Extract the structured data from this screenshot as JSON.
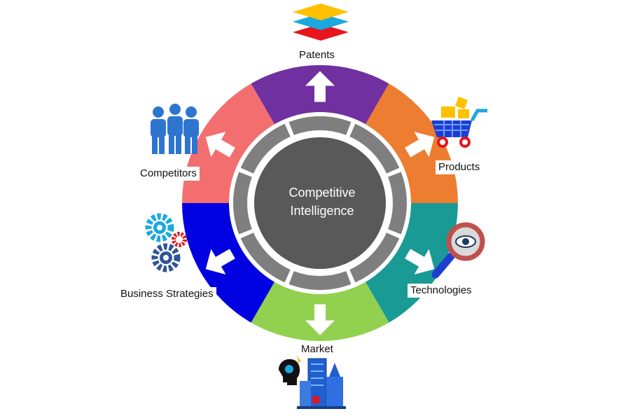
{
  "center": {
    "line1": "Competitive",
    "line2": "Intelligence"
  },
  "segments": [
    {
      "key": "patents",
      "label": "Patents",
      "color": "#7030A0",
      "icon": "layers-stack-icon",
      "arrow": "up"
    },
    {
      "key": "products",
      "label": "Products",
      "color": "#ED7D31",
      "icon": "shopping-cart-icon",
      "arrow": "up-right"
    },
    {
      "key": "technologies",
      "label": "Technologies",
      "color": "#1A9A94",
      "icon": "magnifier-eye-icon",
      "arrow": "down-right"
    },
    {
      "key": "market",
      "label": "Market",
      "color": "#92D050",
      "icon": "city-buildings-icon",
      "arrow": "down"
    },
    {
      "key": "business-strategies",
      "label": "Business Strategies",
      "color": "#0000E0",
      "icon": "gears-icon",
      "arrow": "down-left"
    },
    {
      "key": "competitors",
      "label": "Competitors",
      "color": "#F36F6F",
      "icon": "people-group-icon",
      "arrow": "up-left"
    }
  ],
  "colors": {
    "inner_ring": "#7F7F7F",
    "center_disc": "#595959",
    "divider": "#ffffff"
  }
}
